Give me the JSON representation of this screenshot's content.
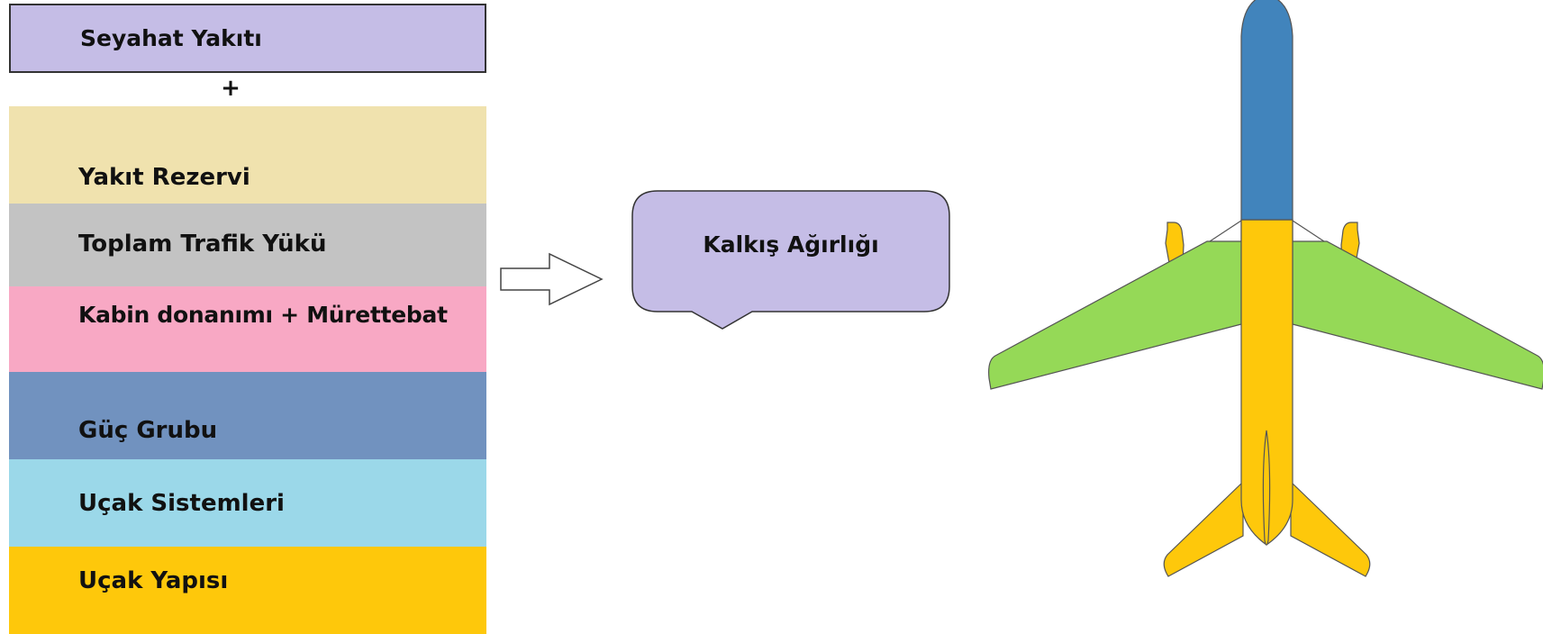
{
  "components": {
    "travel_fuel": "Seyahat Yakıtı",
    "plus": "+",
    "fuel_reserve": "Yakıt Rezervi",
    "total_traffic_load": "Toplam Trafik Yükü",
    "cabin_crew": "Kabin donanımı + Mürettebat",
    "power_group": "Güç Grubu",
    "aircraft_systems": "Uçak Sistemleri",
    "aircraft_structure": "Uçak Yapısı"
  },
  "result": {
    "label": "Kalkış Ağırlığı"
  },
  "colors": {
    "travel_fuel": "#c5bde6",
    "fuel_reserve": "#f0e2ae",
    "total_traffic_load": "#c3c3c3",
    "cabin_crew": "#f8a8c4",
    "power_group": "#7192bf",
    "aircraft_systems": "#9bd8e9",
    "aircraft_structure": "#fec80b",
    "callout": "#c5bde6",
    "plane_nose": "#4184bc",
    "plane_wings": "#95d957",
    "plane_body": "#fec80b"
  }
}
